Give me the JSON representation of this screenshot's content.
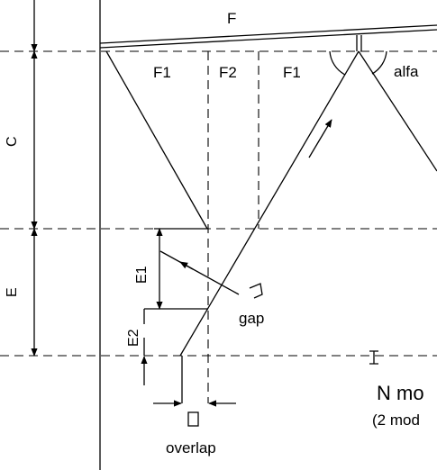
{
  "labels": {
    "f": "F",
    "f1_left": "F1",
    "f2": "F2",
    "f1_right": "F1",
    "alfa": "alfa",
    "c": "C",
    "e": "E",
    "e1": "E1",
    "e2": "E2",
    "gap": "gap",
    "overlap": "overlap",
    "n_mo": "N mo",
    "two_mod": "(2 mod"
  }
}
